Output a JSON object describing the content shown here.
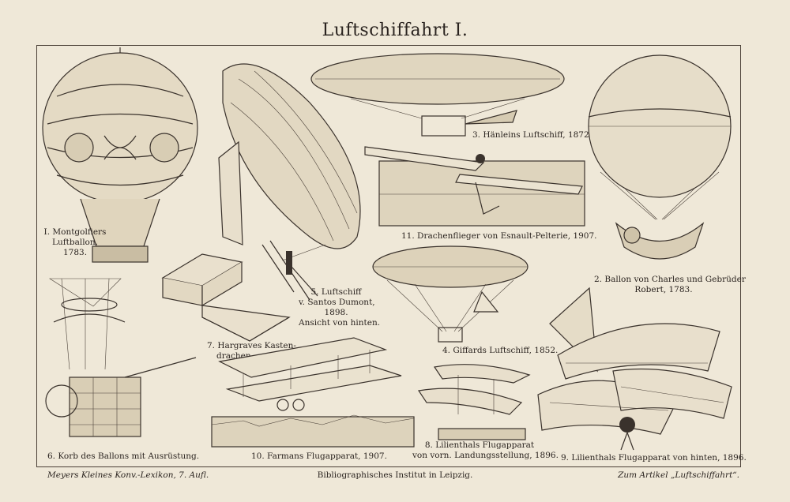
{
  "title": "Luftschiffahrt I.",
  "figures": [
    {
      "caption_lines": [
        "I. Montgolfiers",
        "Luftballon.",
        "1783."
      ]
    },
    {
      "caption_lines": [
        "2. Ballon von Charles und Gebrüder",
        "Robert, 1783."
      ]
    },
    {
      "caption_lines": [
        "3. Hänleins Luftschiff, 1872."
      ]
    },
    {
      "caption_lines": [
        "4. Giffards Luftschiff, 1852."
      ]
    },
    {
      "caption_lines": [
        "5. Luftschiff",
        "v. Santos Dumont,",
        "1898.",
        "Ansicht von hinten."
      ]
    },
    {
      "caption_lines": [
        "6. Korb des Ballons mit Ausrüstung."
      ]
    },
    {
      "caption_lines": [
        "7. Hargraves Kasten-",
        "drachen."
      ]
    },
    {
      "caption_lines": [
        "8. Lilienthals Flugapparat",
        "von vorn. Landungsstellung, 1896."
      ]
    },
    {
      "caption_lines": [
        "9. Lilienthals Flugapparat von hinten, 1896."
      ]
    },
    {
      "caption_lines": [
        "10. Farmans Flugapparat, 1907."
      ]
    },
    {
      "caption_lines": [
        "11. Drachenflieger von Esnault-Pelterie, 1907."
      ]
    }
  ],
  "footer": {
    "left": "Meyers Kleines Konv.-Lexikon, 7. Aufl.",
    "center": "Bibliographisches Institut in Leipzig.",
    "right": "Zum Artikel „Luftschiffahrt“."
  }
}
